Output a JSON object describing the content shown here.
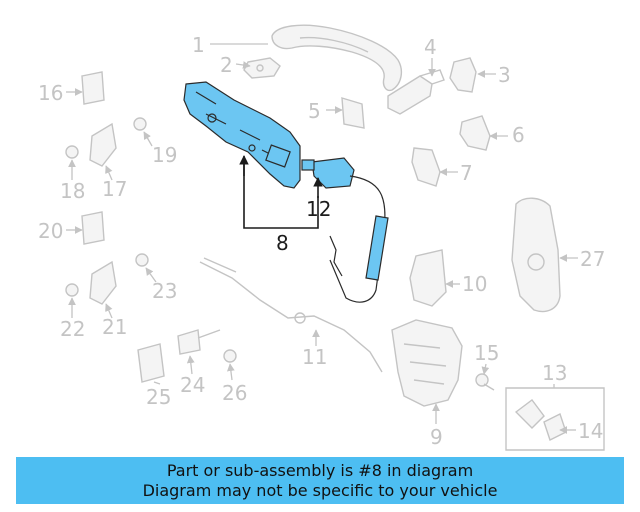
{
  "callouts": {
    "c1": "1",
    "c2": "2",
    "c3": "3",
    "c4": "4",
    "c5": "5",
    "c6": "6",
    "c7": "7",
    "c8": "8",
    "c9": "9",
    "c10": "10",
    "c11": "11",
    "c12": "12",
    "c13": "13",
    "c14": "14",
    "c15": "15",
    "c16": "16",
    "c17": "17",
    "c18": "18",
    "c19": "19",
    "c20": "20",
    "c21": "21",
    "c22": "22",
    "c23": "23",
    "c24": "24",
    "c25": "25",
    "c26": "26",
    "c27": "27"
  },
  "highlight_color": "#6cc6f2",
  "banner": {
    "line1": "Part or sub-assembly is #8 in diagram",
    "line2": "Diagram may not be specific to your vehicle",
    "background": "#4dbef2"
  }
}
